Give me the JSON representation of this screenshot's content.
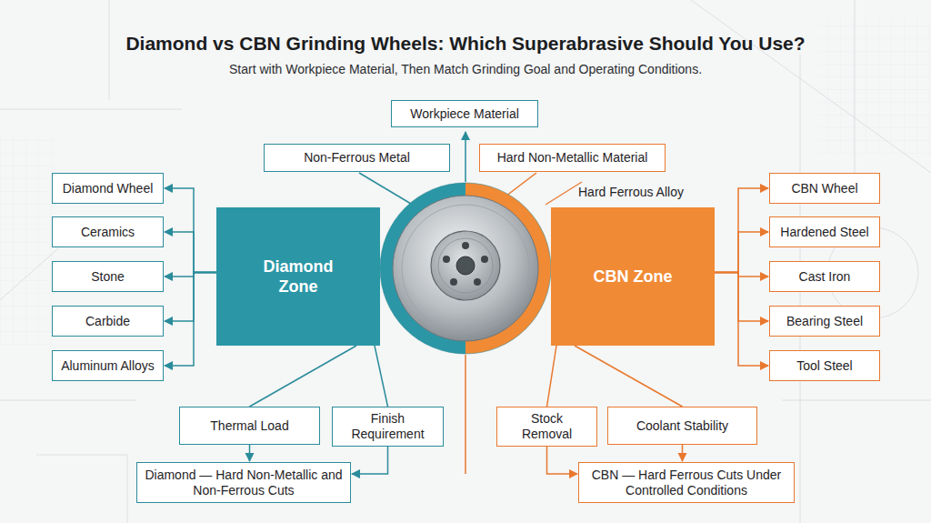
{
  "diagram": {
    "title": "Diamond vs CBN Grinding Wheels: Which Superabrasive Should You Use?",
    "caption": "Start with Workpiece Material, Then Match Grinding Goal and Operating Conditions.",
    "nodes": [
      {
        "text": [
          "Workpiece Material"
        ]
      },
      {
        "text": [
          "Non-Ferrous Metal"
        ]
      },
      {
        "text": [
          "Hard Non-Metallic Material"
        ]
      },
      {
        "text": [
          "Diamond Zone"
        ]
      },
      {
        "text": [
          "CBN Zone"
        ]
      },
      {
        "text": [
          "Diamond Wheel"
        ]
      },
      {
        "text": [
          "Ceramics"
        ]
      },
      {
        "text": [
          "Stone"
        ]
      },
      {
        "text": [
          "Carbide"
        ]
      },
      {
        "text": [
          "Aluminum Alloys"
        ]
      },
      {
        "text": [
          "CBN Wheel"
        ]
      },
      {
        "text": [
          "Hardened Steel"
        ]
      },
      {
        "text": [
          "Cast Iron"
        ]
      },
      {
        "text": [
          "Bearing Steel"
        ]
      },
      {
        "text": [
          "Tool Steel"
        ]
      },
      {
        "text": [
          "Thermal Load"
        ]
      },
      {
        "text": [
          "Finish Requirement"
        ]
      },
      {
        "text": [
          "Stock Removal"
        ]
      },
      {
        "text": [
          "Coolant Stability"
        ]
      },
      {
        "text": [
          "Diamond — Hard Non-Metallic and Non-Ferrous Cuts"
        ]
      },
      {
        "text": [
          "CBN — Hard Ferrous Cuts Under Controlled Conditions"
        ]
      }
    ],
    "edges": [
      {
        "from": 3,
        "to": 5,
        "arrow": "to"
      },
      {
        "from": 3,
        "to": 6,
        "arrow": "to"
      },
      {
        "from": 3,
        "to": 7,
        "arrow": "to"
      },
      {
        "from": 3,
        "to": 8,
        "arrow": "to"
      },
      {
        "from": 3,
        "to": 9,
        "arrow": "to"
      },
      {
        "from": 4,
        "to": 10,
        "arrow": "to"
      },
      {
        "from": 4,
        "to": 11,
        "arrow": "to"
      },
      {
        "from": 4,
        "to": 12,
        "arrow": "to"
      },
      {
        "from": 4,
        "to": 13,
        "arrow": "to"
      },
      {
        "from": 4,
        "to": 14,
        "arrow": "to"
      },
      {
        "from": 3,
        "to": 15,
        "arrow": "none"
      },
      {
        "from": 3,
        "to": 16,
        "arrow": "none"
      },
      {
        "from": 4,
        "to": 17,
        "arrow": "none"
      },
      {
        "from": 4,
        "to": 18,
        "arrow": "none"
      },
      {
        "from": 15,
        "to": 19,
        "arrow": "to"
      },
      {
        "from": 16,
        "to": 19,
        "arrow": "to"
      },
      {
        "from": 17,
        "to": 20,
        "arrow": "to"
      },
      {
        "from": 18,
        "to": 20,
        "arrow": "to"
      }
    ],
    "labels": [
      "Hard Ferrous Alloy"
    ]
  }
}
